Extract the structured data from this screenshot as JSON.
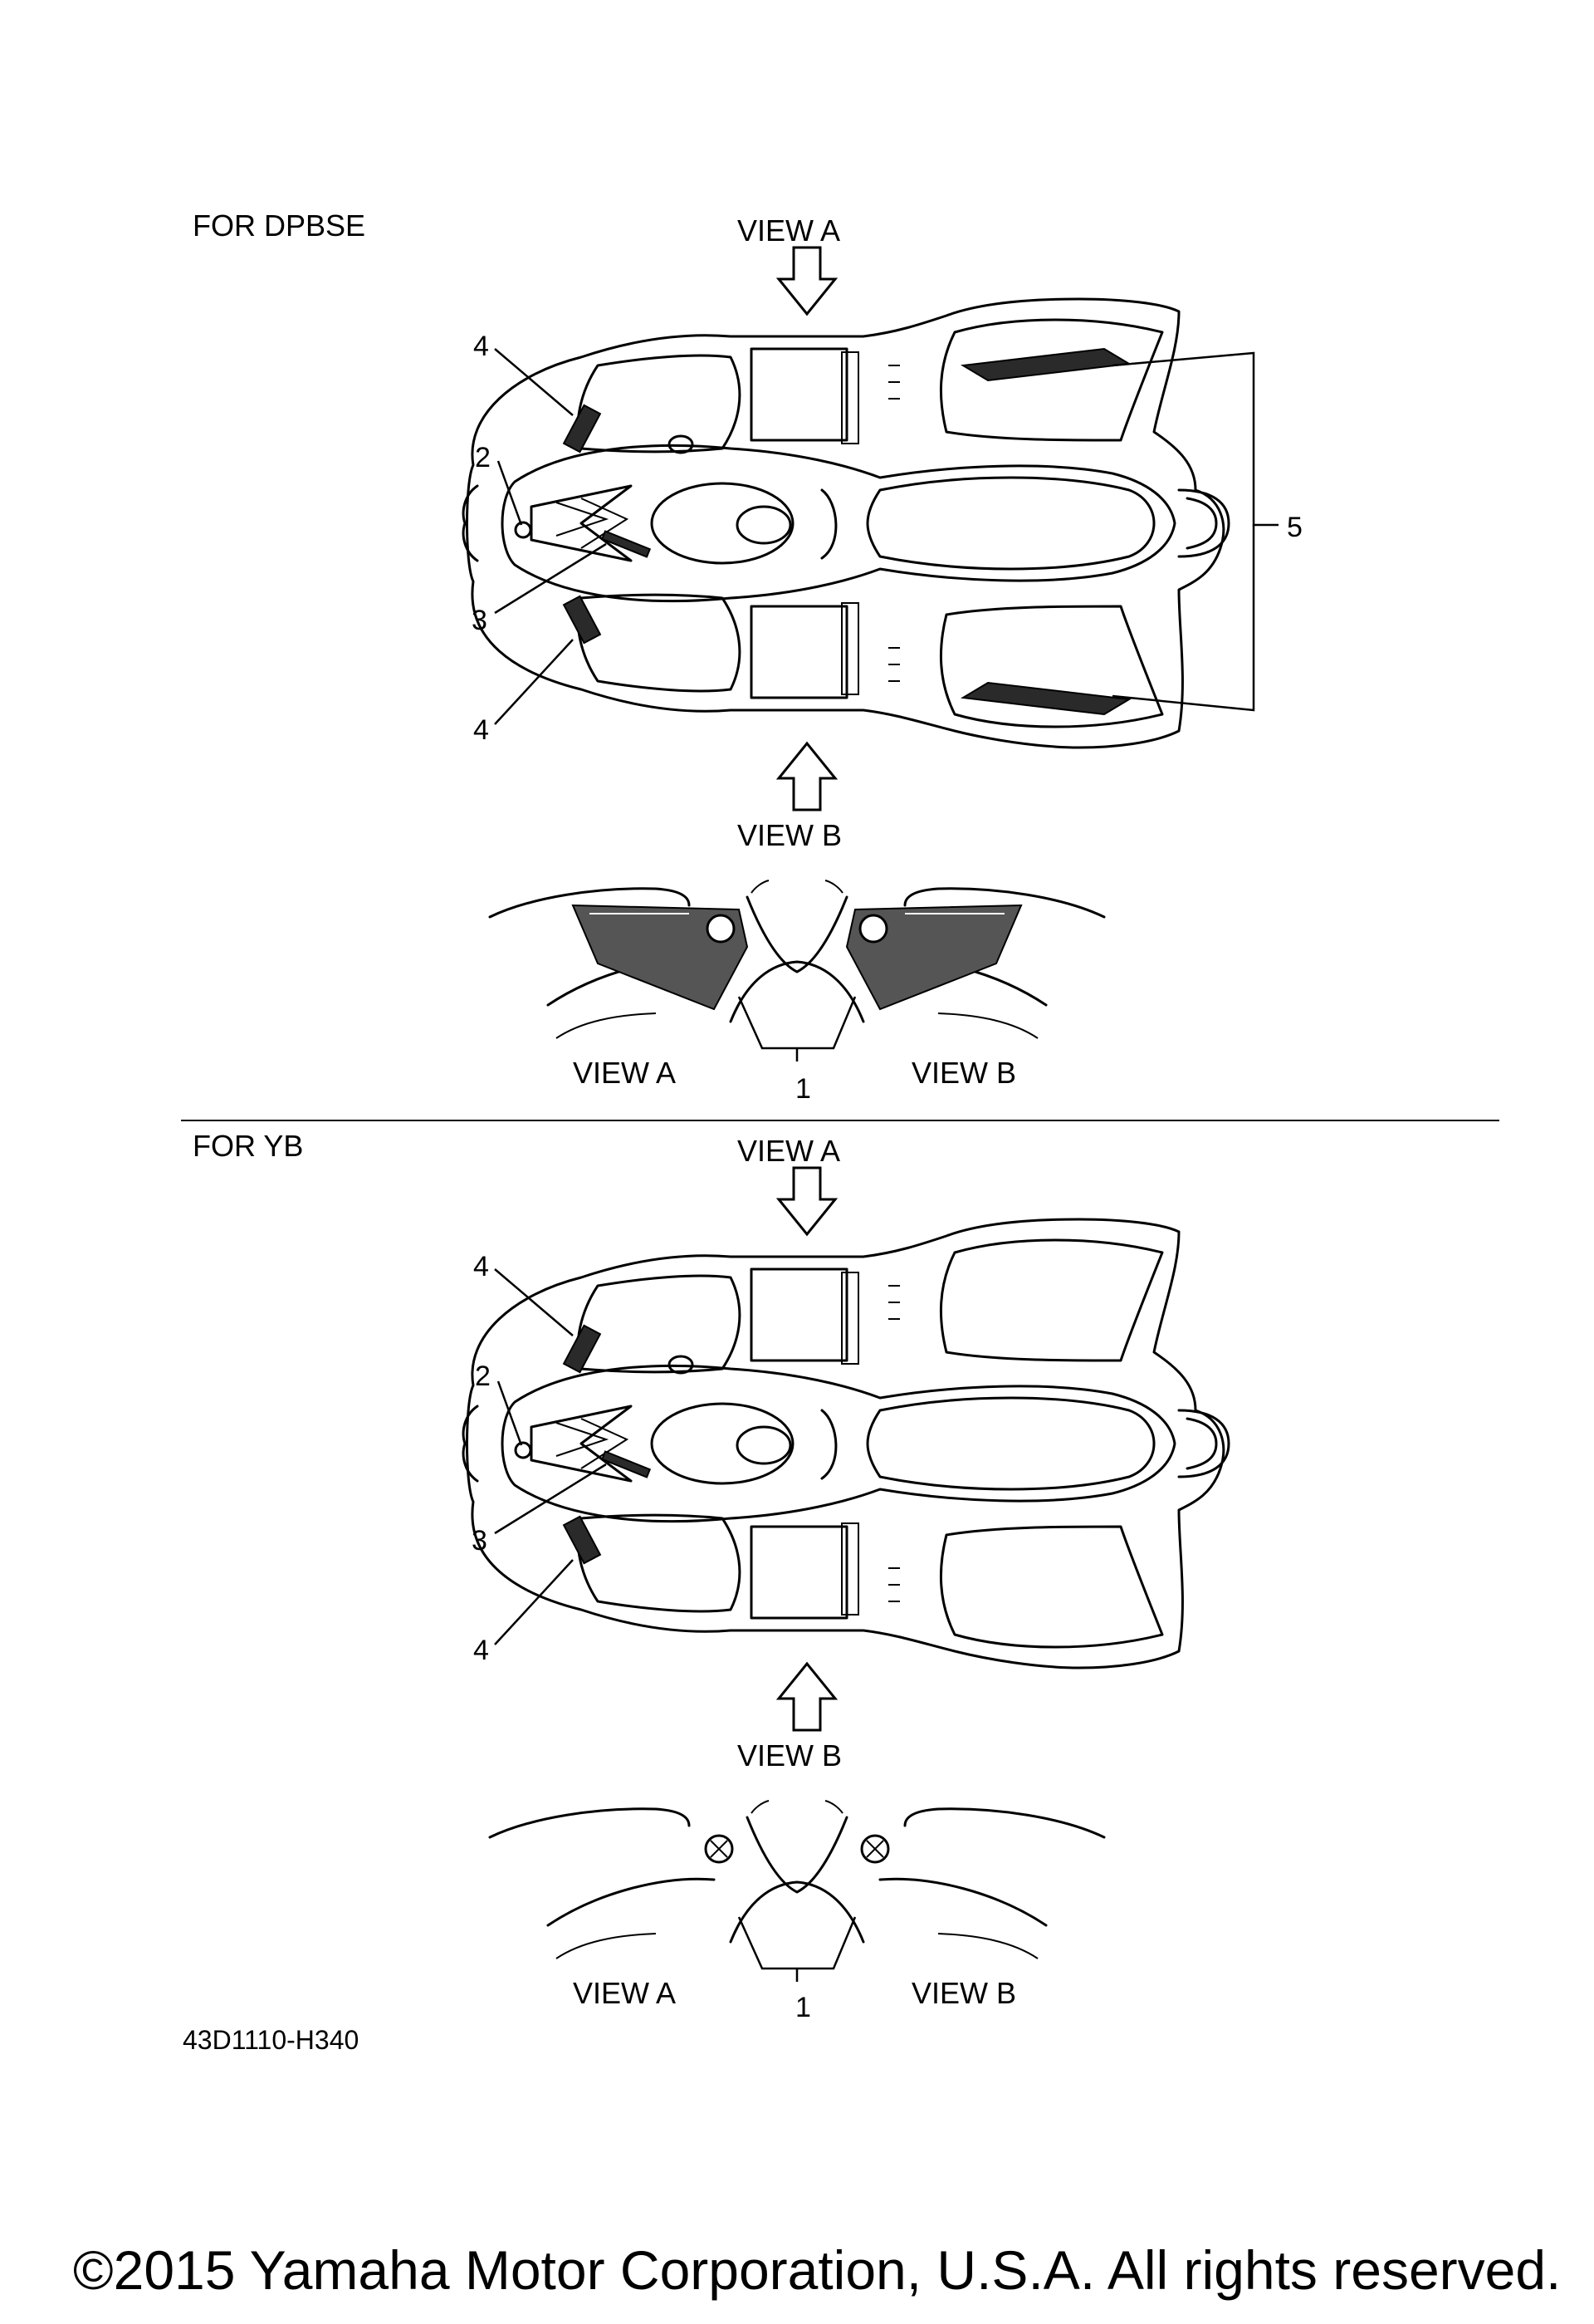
{
  "sections": [
    {
      "title": "FOR DPBSE",
      "view_a_top": "VIEW A",
      "view_b_bottom": "VIEW B",
      "detail_view_a": "VIEW A",
      "detail_view_b": "VIEW B",
      "callouts": [
        "1",
        "2",
        "3",
        "4",
        "4",
        "5"
      ]
    },
    {
      "title": "FOR YB",
      "view_a_top": "VIEW A",
      "view_b_bottom": "VIEW B",
      "detail_view_a": "VIEW A",
      "detail_view_b": "VIEW B",
      "callouts": [
        "1",
        "2",
        "3",
        "4",
        "4"
      ]
    }
  ],
  "diagram_code": "43D1110-H340",
  "copyright": "©2015 Yamaha Motor Corporation, U.S.A. All rights reserved."
}
